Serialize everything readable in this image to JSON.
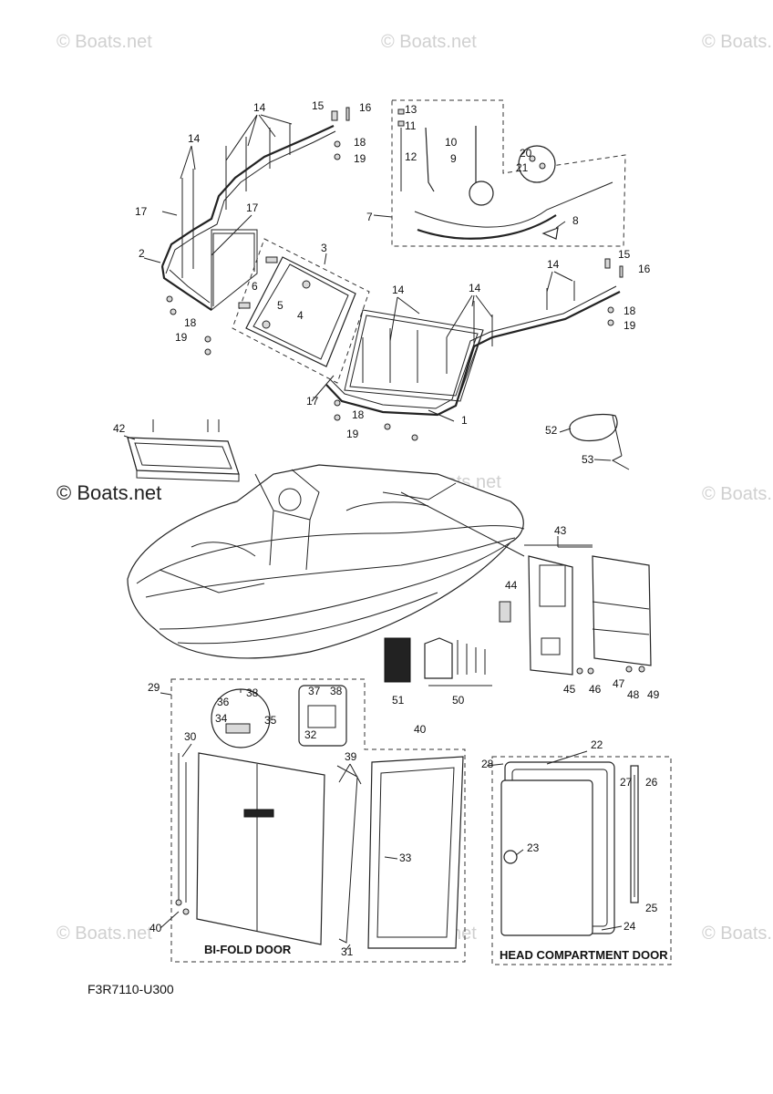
{
  "diagram": {
    "watermark": "© Boats.net",
    "figure_code": "F3R7110-U300",
    "captions": {
      "bifold": "BI-FOLD DOOR",
      "head": "HEAD COMPARTMENT DOOR"
    },
    "callouts": {
      "c1": "1",
      "c2": "2",
      "c3": "3",
      "c4": "4",
      "c5": "5",
      "c6": "6",
      "c7": "7",
      "c8": "8",
      "c9": "9",
      "c10": "10",
      "c11": "11",
      "c12": "12",
      "c13": "13",
      "c14a": "14",
      "c14b": "14",
      "c14c": "14",
      "c14d": "14",
      "c14e": "14",
      "c15a": "15",
      "c15b": "15",
      "c16a": "16",
      "c16b": "16",
      "c17a": "17",
      "c17b": "17",
      "c17c": "17",
      "c18a": "18",
      "c18b": "18",
      "c18c": "18",
      "c18d": "18",
      "c19a": "19",
      "c19b": "19",
      "c19c": "19",
      "c19d": "19",
      "c20": "20",
      "c21": "21",
      "c22": "22",
      "c23": "23",
      "c24": "24",
      "c25": "25",
      "c26": "26",
      "c27": "27",
      "c28": "28",
      "c29": "29",
      "c30": "30",
      "c31": "31",
      "c32": "32",
      "c33": "33",
      "c34": "34",
      "c35": "35",
      "c36": "36",
      "c37": "37",
      "c38a": "38",
      "c38b": "38",
      "c39": "39",
      "c40a": "40",
      "c40b": "40",
      "c42": "42",
      "c43": "43",
      "c44": "44",
      "c45": "45",
      "c46": "46",
      "c47": "47",
      "c48": "48",
      "c49": "49",
      "c50": "50",
      "c51": "51",
      "c52": "52",
      "c53": "53"
    }
  }
}
